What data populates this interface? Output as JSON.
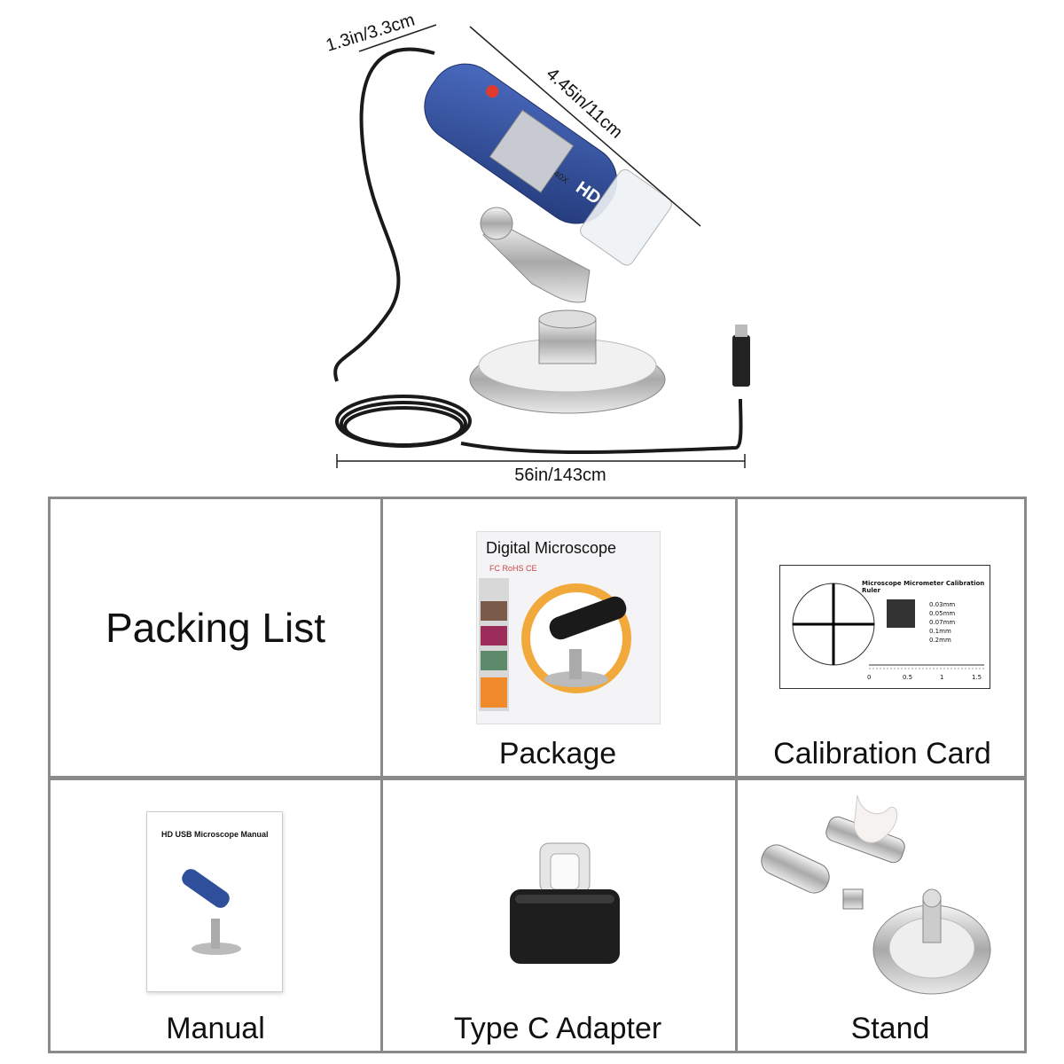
{
  "dimensions": {
    "width_label": "1.3in/3.3cm",
    "length_label": "4.45in/11cm",
    "cable_label": "56in/143cm"
  },
  "microscope_markings": {
    "badge": "HD",
    "mag": "40X"
  },
  "packing_list": {
    "heading": "Packing List",
    "items": [
      "Package",
      "Calibration Card",
      "Manual",
      "Type C Adapter",
      "Stand"
    ]
  },
  "package_box": {
    "title": "Digital Microscope",
    "certs": "FC  RoHS  CE"
  },
  "calibration_card": {
    "title": "Microscope Micrometer Calibration Ruler",
    "lines": [
      "0.03mm",
      "0.05mm",
      "0.07mm",
      "0.1mm",
      "0.2mm"
    ],
    "scale": [
      "0",
      "0.5",
      "1",
      "1.5"
    ]
  },
  "manual_doc": {
    "title": "HD USB Microscope Manual"
  },
  "colors": {
    "grid_border": "#8a8a8a",
    "microscope_blue": "#2f4f9a",
    "package_orange": "#f2a93b"
  }
}
